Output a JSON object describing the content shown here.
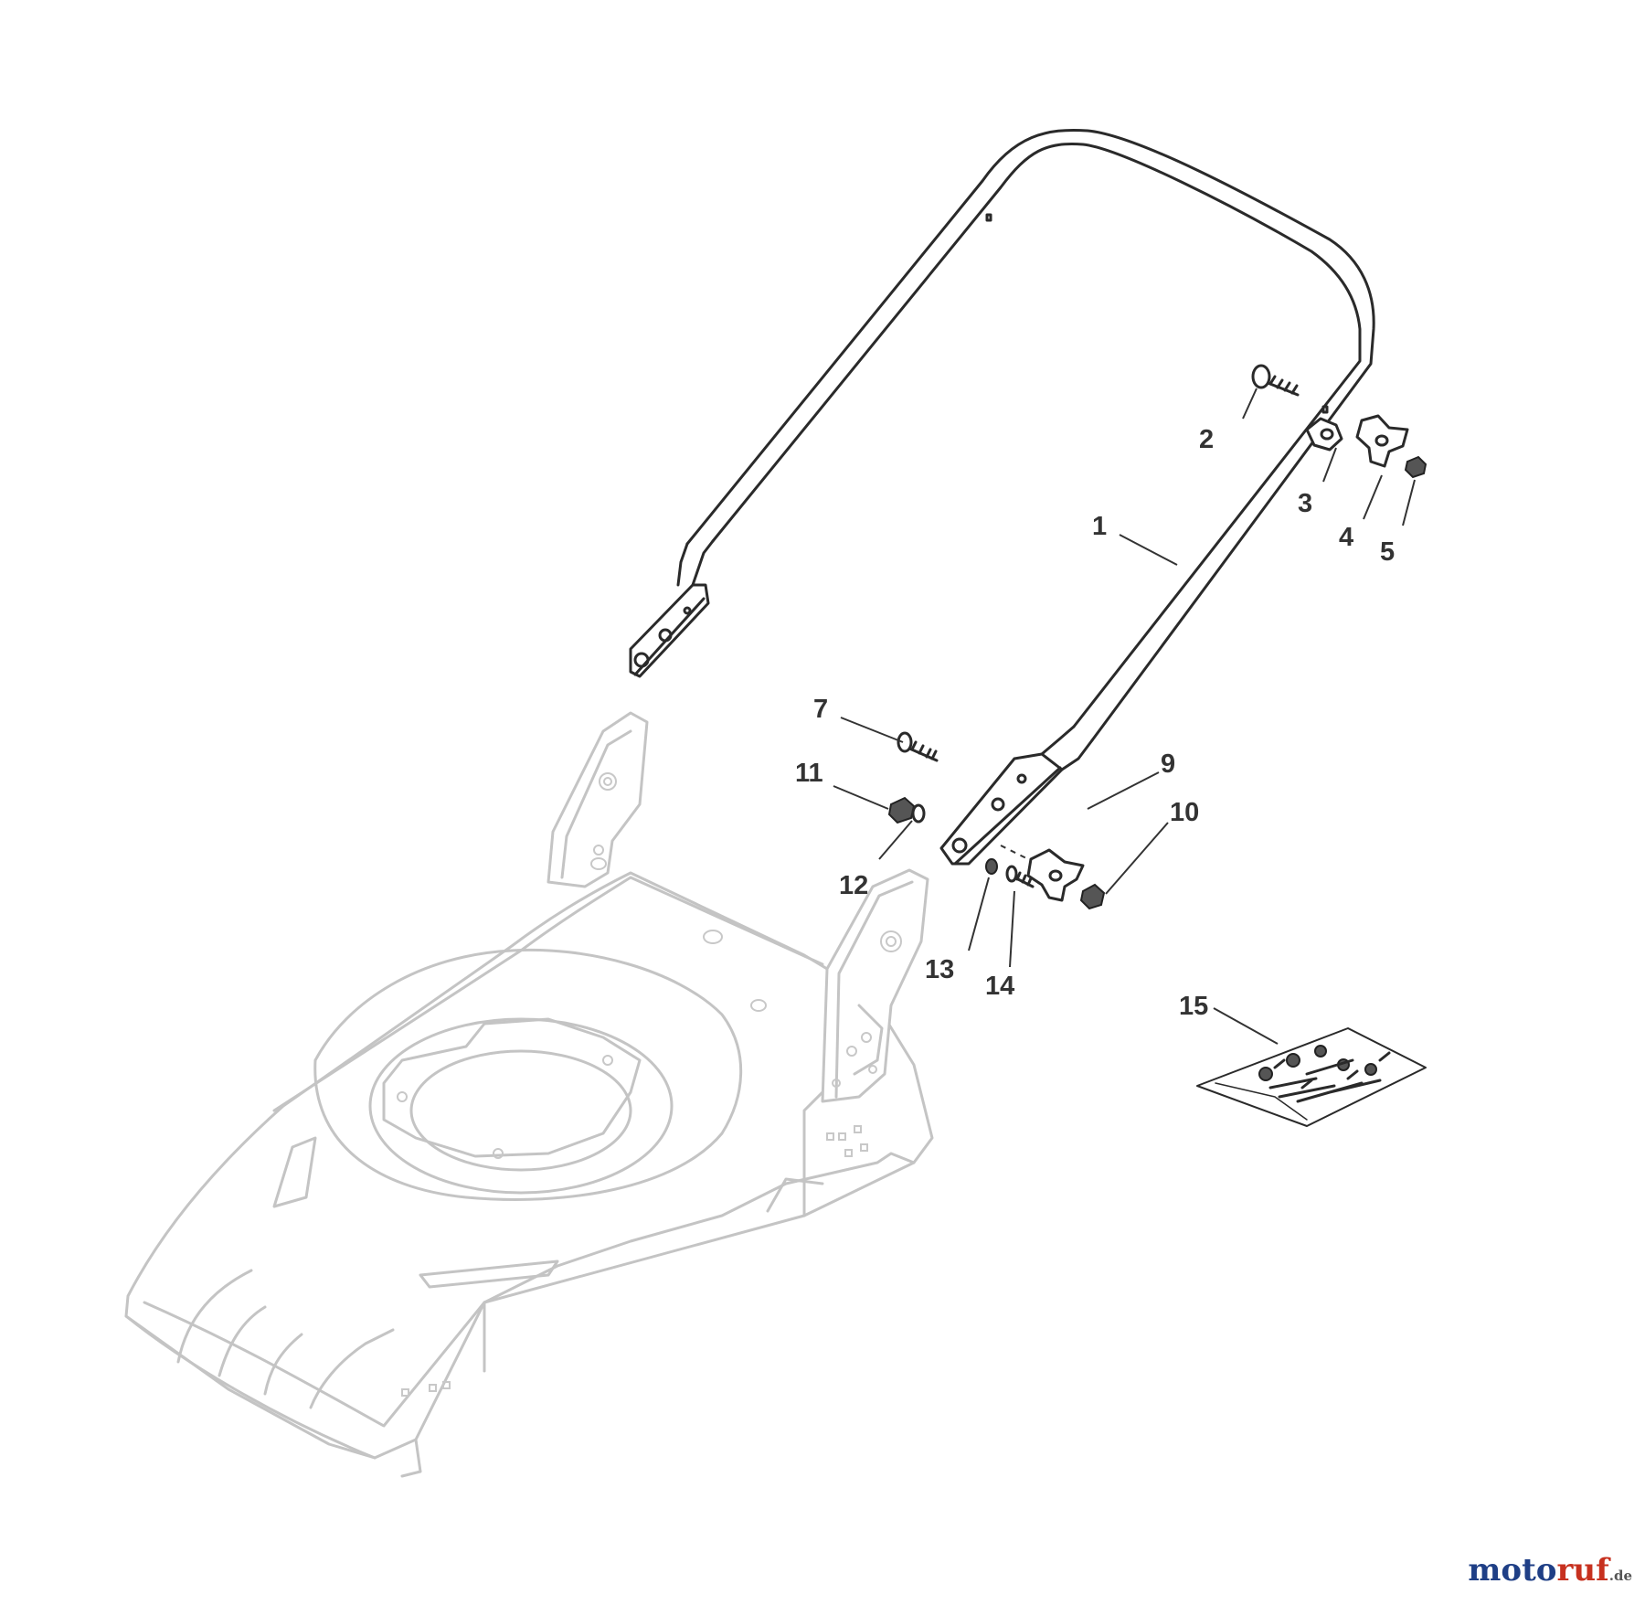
{
  "callouts": [
    {
      "id": "1",
      "label": "1"
    },
    {
      "id": "2",
      "label": "2"
    },
    {
      "id": "3",
      "label": "3"
    },
    {
      "id": "4",
      "label": "4"
    },
    {
      "id": "5",
      "label": "5"
    },
    {
      "id": "7",
      "label": "7"
    },
    {
      "id": "9",
      "label": "9"
    },
    {
      "id": "10",
      "label": "10"
    },
    {
      "id": "11",
      "label": "11"
    },
    {
      "id": "12",
      "label": "12"
    },
    {
      "id": "13",
      "label": "13"
    },
    {
      "id": "14",
      "label": "14"
    },
    {
      "id": "15",
      "label": "15"
    }
  ],
  "watermark": {
    "part1": "moto",
    "part2": "ruf",
    "part3": ".de"
  },
  "colors": {
    "ink": "#2a2a2a",
    "deck_outline": "#c4c4c4",
    "logo_blue": "#1f3f86",
    "logo_red": "#c7311f"
  }
}
